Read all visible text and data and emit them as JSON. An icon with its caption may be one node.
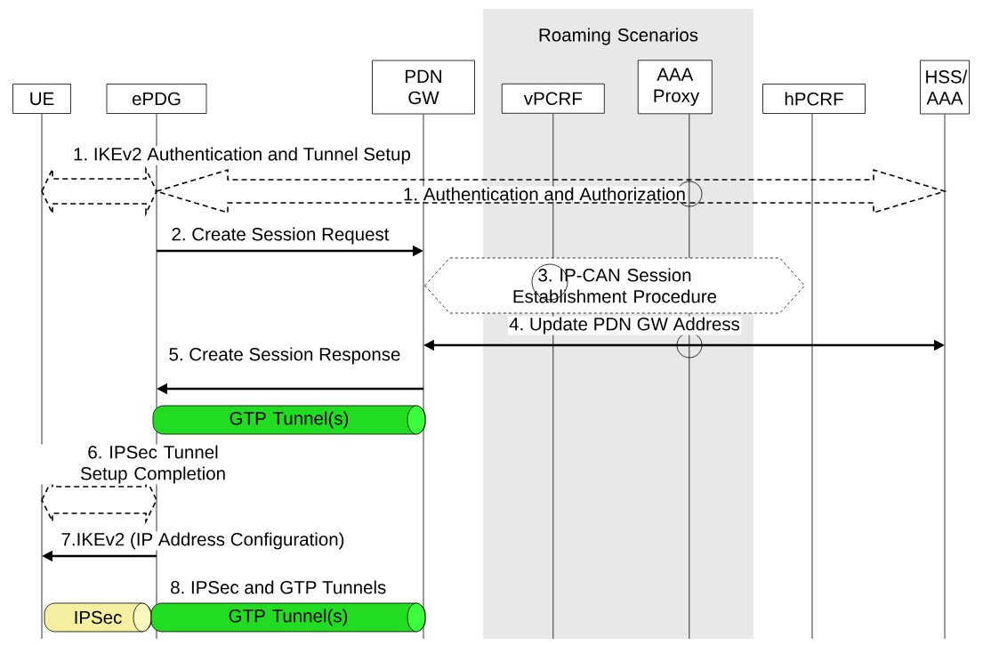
{
  "diagram": {
    "nodes": [
      {
        "text": [
          "UE"
        ]
      },
      {
        "text": [
          "ePDG"
        ]
      },
      {
        "text": [
          "PDN GW"
        ]
      },
      {
        "text": [
          "Roaming Scenarios"
        ]
      },
      {
        "text": [
          "vPCRF"
        ],
        "in": 3
      },
      {
        "text": [
          "AAA Proxy"
        ],
        "in": 3
      },
      {
        "text": [
          "hPCRF"
        ]
      },
      {
        "text": [
          "HSS/ AAA"
        ]
      },
      {
        "text": [
          "3. IP-CAN Session Establishment Procedure"
        ]
      },
      {
        "text": [
          "GTP Tunnel(s)"
        ]
      },
      {
        "text": [
          "IPSec"
        ]
      },
      {
        "text": [
          "GTP Tunnel(s)"
        ]
      }
    ],
    "edges": [
      {
        "from": 0,
        "to": 1,
        "arrow": "both",
        "style": "dashed",
        "label": "1. IKEv2 Authentication and Tunnel Setup"
      },
      {
        "from": 1,
        "to": 7,
        "arrow": "both",
        "style": "dashed",
        "label": "1. Authentication and Authorization"
      },
      {
        "from": 1,
        "to": 2,
        "arrow": "to",
        "label": "2. Create Session Request"
      },
      {
        "from": 2,
        "to": 7,
        "arrow": "both",
        "label": "4. Update PDN GW Address"
      },
      {
        "from": 2,
        "to": 1,
        "arrow": "to",
        "label": "5. Create Session Response"
      },
      {
        "from": 0,
        "to": 1,
        "arrow": "both",
        "style": "dashed",
        "label": "6. IPSec Tunnel Setup Completion"
      },
      {
        "from": 1,
        "to": 0,
        "arrow": "to",
        "label": "7.IKEv2 (IP Address Configuration)"
      }
    ],
    "labels": [
      "8. IPSec and GTP Tunnels"
    ]
  }
}
